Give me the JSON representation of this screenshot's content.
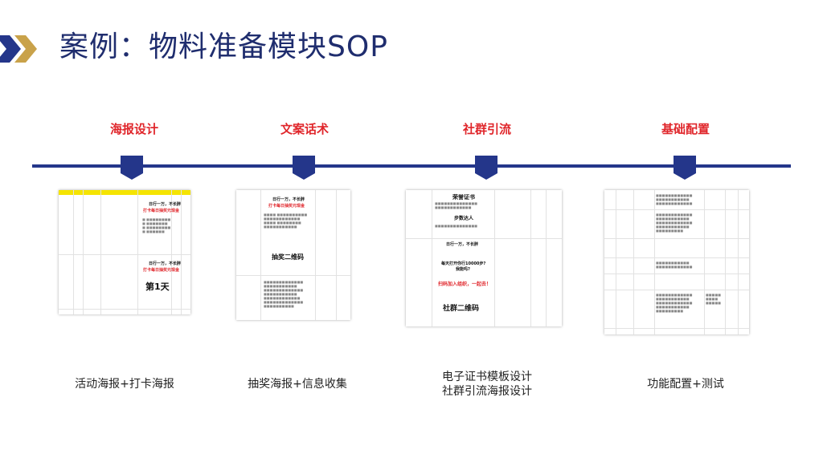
{
  "page": {
    "title": "案例：物料准备模块SOP"
  },
  "steps": [
    {
      "label": "海报设计",
      "caption_lines": [
        "活动海报+打卡海报"
      ]
    },
    {
      "label": "文案话术",
      "caption_lines": [
        "抽奖海报+信息收集"
      ]
    },
    {
      "label": "社群引流",
      "caption_lines": [
        "电子证书模板设计",
        "社群引流海报设计"
      ]
    },
    {
      "label": "基础配置",
      "caption_lines": [
        "功能配置+测试"
      ]
    }
  ],
  "docs": {
    "doc1": {
      "line1": "日行一万，不长胖",
      "line2": "打卡每日抽奖元现金",
      "big": "第1天"
    },
    "doc2": {
      "line1": "日行一万，不长胖",
      "line2": "打卡每日抽奖元现金",
      "big": "抽奖二维码"
    },
    "doc3": {
      "cert": "荣誉证书",
      "person": "步数达人",
      "line1": "日行一万，不长胖",
      "q": "每天打开你行10000步?",
      "q2": "我能吗?",
      "cta": "扫码加入组织，一起去！",
      "big": "社群二维码"
    }
  },
  "colors": {
    "accent_red": "#e0262b",
    "navy": "#24368a",
    "gold": "#c9a24a"
  }
}
